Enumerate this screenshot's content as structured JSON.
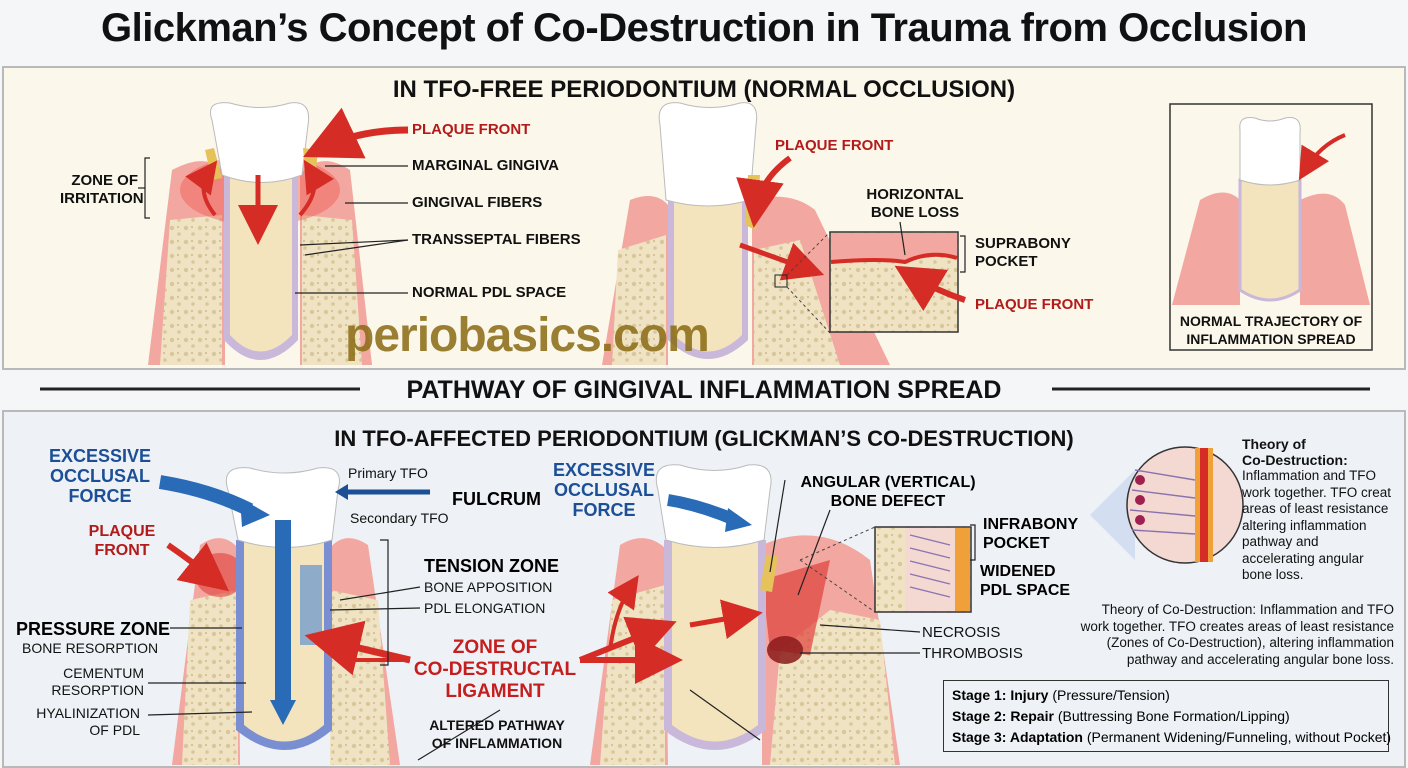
{
  "title": "Glickman’s Concept of Co-Destruction in Trauma from Occlusion",
  "watermark": "periobasics.com",
  "top_panel": {
    "heading": "IN TFO-FREE PERIODONTIUM (NORMAL OCCLUSION)",
    "tooth1": {
      "zone_of_irritation": [
        "ZONE OF",
        "IRRITATION"
      ],
      "plaque_front": "PLAQUE FRONT",
      "marginal_gingiva": "MARGINAL GINGIVA",
      "gingival_fibers": "GINGIVAL FIBERS",
      "transseptal_fibers": "TRANSSEPTAL FIBERS",
      "normal_pdl_space": "NORMAL PDL SPACE"
    },
    "tooth2": {
      "plaque_front_top": "PLAQUE FRONT",
      "horizontal_bone_loss": [
        "HORIZONTAL",
        "BONE LOSS"
      ],
      "suprabony_pocket": [
        "SUPRABONY",
        "POCKET"
      ],
      "plaque_front_bottom": "PLAQUE FRONT"
    },
    "inset_caption": [
      "NORMAL TRAJECTORY OF",
      "INFLAMMATION SPREAD"
    ]
  },
  "divider_heading": "PATHWAY OF GINGIVAL INFLAMMATION SPREAD",
  "bottom_panel": {
    "heading": "IN TFO-AFFECTED PERIODONTIUM (GLICKMAN’S CO-DESTRUCTION)",
    "tooth1": {
      "excessive_force": [
        "EXCESSIVE",
        "OCCLUSAL",
        "FORCE"
      ],
      "plaque_front": [
        "PLAQUE",
        "FRONT"
      ],
      "primary_tfo": "Primary TFO",
      "fulcrum": "FULCRUM",
      "secondary_tfo": "Secondary TFO",
      "tension_zone": "TENSION ZONE",
      "bone_apposition": "BONE APPOSITION",
      "pdl_elongation": "PDL ELONGATION",
      "pressure_zone": "PRESSURE ZONE",
      "bone_resorption": "BONE RESORPTION",
      "cementum_resorption": [
        "CEMENTUM",
        "RESORPTION"
      ],
      "hyalinization": [
        "HYALINIZATION",
        "OF PDL"
      ],
      "zone_codestructal": [
        "ZONE OF",
        "CO-DESTRUCTAL",
        "LIGAMENT"
      ],
      "altered_pathway": [
        "ALTERED PATHWAY",
        "OF INFLAMMATION"
      ]
    },
    "tooth2": {
      "excessive_force": [
        "EXCESSIVE",
        "OCCLUSAL",
        "FORCE"
      ],
      "angular_defect": [
        "ANGULAR (VERTICAL)",
        "BONE DEFECT"
      ],
      "infrabony_pocket": [
        "INFRABONY",
        "POCKET"
      ],
      "widened_pdl": [
        "WIDENED",
        "PDL SPACE"
      ],
      "necrosis": "NECROSIS",
      "thrombosis": "THROMBOSIS"
    },
    "theory_short": {
      "title": [
        "Theory of",
        "Co-Destruction:"
      ],
      "body": [
        "Inflammation and TFO",
        "work together. TFO creat",
        "areas of least resistance",
        "altering inflammation",
        "pathway and",
        "accelerating angular",
        "bone loss."
      ]
    },
    "theory_long": [
      "Theory of Co-Destruction: Inflammation and TFO",
      "work together. TFO creates areas of least resistance",
      "(Zones of Co-Destruction), altering inflammation",
      "pathway and accelerating angular bone loss."
    ],
    "stages": [
      {
        "label": "Stage 1: Injury",
        "detail": " (Pressure/Tension)"
      },
      {
        "label": "Stage 2: Repair",
        "detail": " (Buttressing Bone Formation/Lipping)"
      },
      {
        "label": "Stage 3: Adaptation",
        "detail": " (Permanent Widening/Funneling, without Pocket)"
      }
    ]
  },
  "colors": {
    "gum": "#f2a7a0",
    "gum_dark": "#e07a74",
    "bone": "#efe3c4",
    "enamel": "#ffffff",
    "root": "#f3e4bd",
    "inflammation": "#e0403a",
    "force_blue": "#2a6bb8",
    "label_red": "#b31b1b",
    "label_blue": "#1c4f96"
  }
}
